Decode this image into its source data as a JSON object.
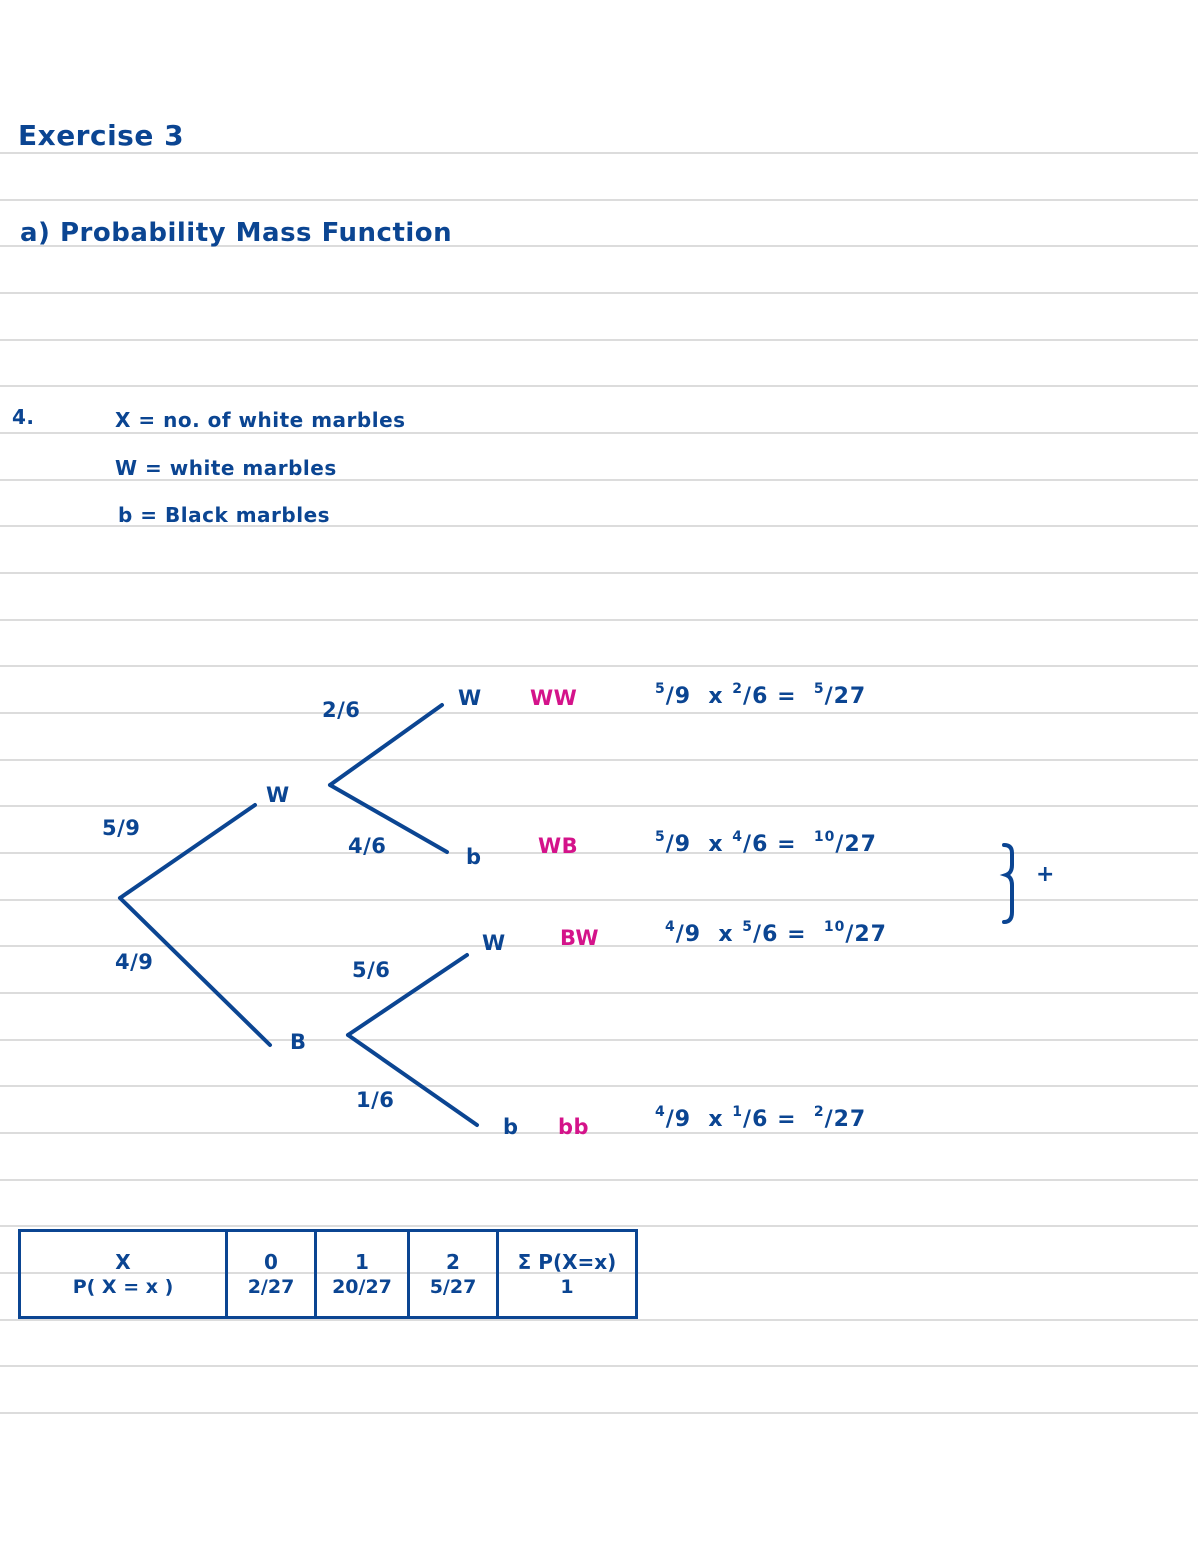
{
  "notebook": {
    "ruled_line_color": "#dcdcdc",
    "ink_color": "#0b4592",
    "highlight_color": "#d4138a",
    "ruled_lines_y": [
      152,
      199,
      245,
      292,
      339,
      385,
      432,
      479,
      525,
      572,
      619,
      665,
      712,
      759,
      805,
      852,
      899,
      945,
      992,
      1039,
      1085,
      1132,
      1179,
      1225,
      1272,
      1319,
      1365,
      1412
    ]
  },
  "heading": {
    "title": "Exercise 3",
    "subtitle": "a) Probability Mass Function"
  },
  "question": {
    "number": "4.",
    "definitions": [
      "X = no. of white marbles",
      "W = white marbles",
      "b = Black marbles"
    ]
  },
  "tree": {
    "first_draw": {
      "W": {
        "label": "W",
        "prob": "5/9"
      },
      "B": {
        "label": "B",
        "prob": "4/9"
      }
    },
    "second_draw": {
      "after_W": {
        "W": {
          "label": "W",
          "prob": "2/6"
        },
        "B": {
          "label": "b",
          "prob": "4/6"
        }
      },
      "after_B": {
        "W": {
          "label": "W",
          "prob": "5/6"
        },
        "B": {
          "label": "b",
          "prob": "1/6"
        }
      }
    },
    "outcomes": [
      {
        "name": "WW",
        "calc_a": "5",
        "calc_a_den": "/9",
        "calc_b": "2",
        "calc_b_den": "/6",
        "result_num": "5",
        "result_den": "/27"
      },
      {
        "name": "WB",
        "calc_a": "5",
        "calc_a_den": "/9",
        "calc_b": "4",
        "calc_b_den": "/6",
        "result_num": "10",
        "result_den": "/27"
      },
      {
        "name": "BW",
        "calc_a": "4",
        "calc_a_den": "/9",
        "calc_b": "5",
        "calc_b_den": "/6",
        "result_num": "10",
        "result_den": "/27"
      },
      {
        "name": "bb",
        "calc_a": "4",
        "calc_a_den": "/9",
        "calc_b": "1",
        "calc_b_den": "/6",
        "result_num": "2",
        "result_den": "/27"
      }
    ],
    "times_sign": "x",
    "equals_sign": "=",
    "brace_note": "+"
  },
  "pmf_table": {
    "row_labels": {
      "x": "X",
      "p": "P( X = x )"
    },
    "columns": [
      {
        "x": "0",
        "p": "2/27"
      },
      {
        "x": "1",
        "p": "20/27"
      },
      {
        "x": "2",
        "p": "5/27"
      },
      {
        "x": "Σ P(X=x)",
        "p": "1"
      }
    ]
  }
}
